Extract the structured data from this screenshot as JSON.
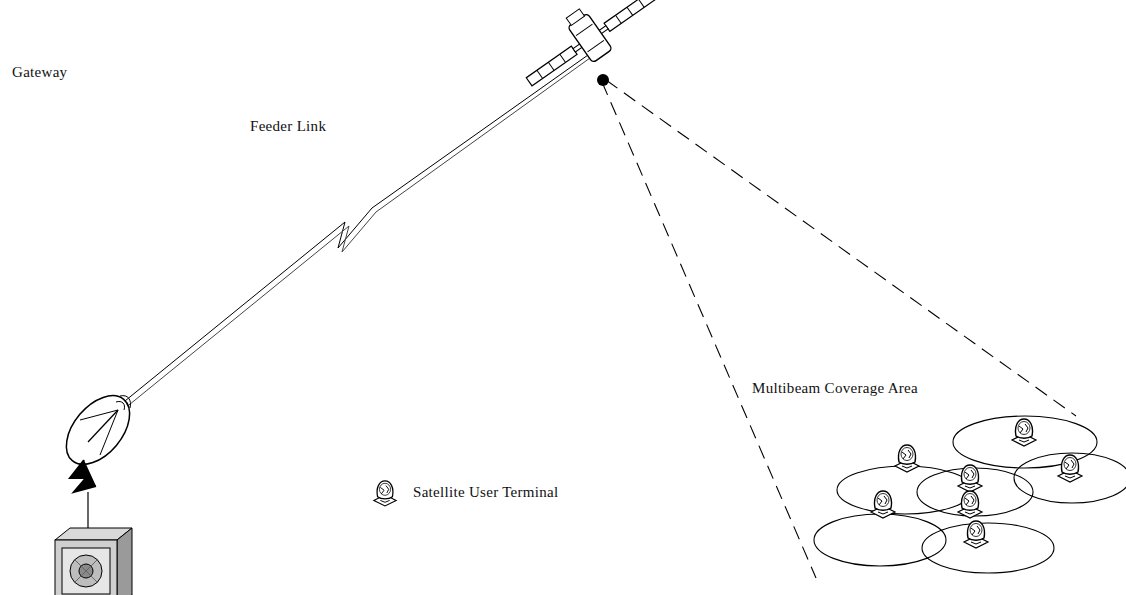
{
  "diagram": {
    "labels": [
      "Feeder Link",
      "Gateway",
      "Multibeam Coverage Area"
    ],
    "legend": [
      {
        "text": "Satellite User Terminal"
      }
    ]
  }
}
